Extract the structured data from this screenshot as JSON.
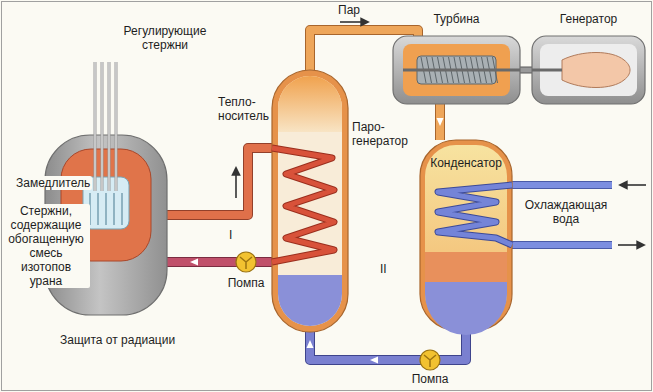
{
  "diagram": {
    "nodes": [
      {
        "text": [
          "Защита от радиации"
        ]
      },
      {
        "text": [
          "Паро-генератор"
        ]
      },
      {
        "text": [
          "Турбина"
        ]
      },
      {
        "text": [
          "Генератор"
        ]
      },
      {
        "text": [
          "Конденсатор"
        ]
      }
    ],
    "edges": [
      {
        "from": 0,
        "to": 1,
        "arrow": "none",
        "label": "Тепло-носитель"
      },
      {
        "from": 1,
        "to": 0,
        "arrow": "none",
        "label": "Помпа"
      },
      {
        "from": 1,
        "to": 2,
        "arrow": "none",
        "label": "Пар"
      },
      {
        "from": 2,
        "to": 3,
        "arrow": "none"
      },
      {
        "from": 2,
        "to": 4,
        "arrow": "none"
      },
      {
        "from": 4,
        "to": 1,
        "arrow": "none",
        "label": "Помпа"
      }
    ],
    "labels": [
      "Регулирующие стержни",
      "Замедлитель",
      "Стержни, содержащие обогащенную смесь изотопов урана",
      "I",
      "II",
      "Охлаждающая вода"
    ]
  }
}
